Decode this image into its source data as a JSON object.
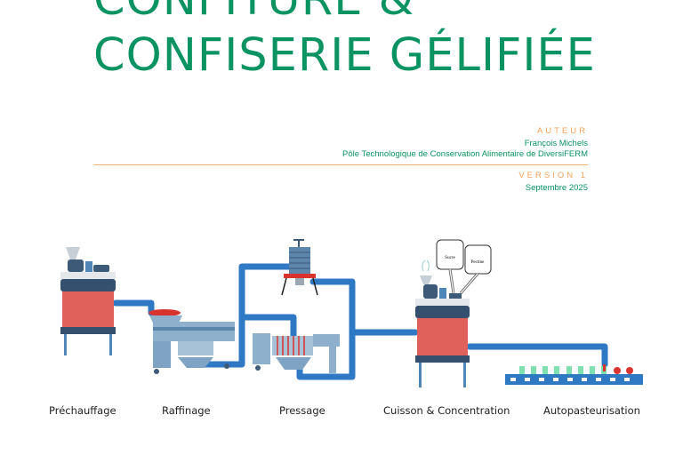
{
  "title": {
    "line1": "CONFITURE &",
    "line2": "CONFISERIE GÉLIFIÉE"
  },
  "author": {
    "label": "AUTEUR",
    "name": "François Michels",
    "organization": "Pôle Technologique de Conservation Alimentaire de DiversiFERM"
  },
  "version": {
    "label": "VERSION 1",
    "date": "Septembre 2025"
  },
  "diagram": {
    "ingredients": [
      "Sucre",
      "Pectine"
    ],
    "steps": [
      "Préchauffage",
      "Raffinage",
      "Pressage",
      "Cuisson & Concentration",
      "Autopasteurisation"
    ]
  },
  "colors": {
    "brand_green": "#0b9461",
    "accent_orange": "#f2a25a",
    "pipe_blue": "#2f78c4",
    "tank_red": "#e0605c"
  }
}
